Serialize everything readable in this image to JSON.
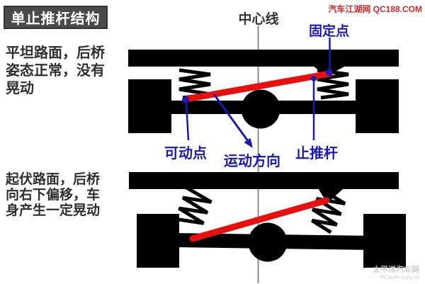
{
  "title": "单止推杆结构",
  "site_watermark": "汽车江湖网 QC188.COM",
  "center_line_label": "中心线",
  "scenario_top": {
    "lines": [
      "平坦路面，后桥",
      "姿态正常，没有",
      "晃动"
    ]
  },
  "scenario_bottom": {
    "lines": [
      "起伏路面，后桥",
      "向右下偏移，车",
      "身产生一定晃动"
    ]
  },
  "labels": {
    "fixed_point": "固定点",
    "movable_point": "可动点",
    "motion_direction": "运动方向",
    "thrust_rod": "止推杆"
  },
  "footer_watermark": {
    "line1": "太平洋汽车网",
    "line2": "PCauto.com.cn"
  },
  "colors": {
    "thrust_rod_red": "#e80f0f",
    "annotation_blue": "#1a1ab0",
    "structure_black": "#000000",
    "center_line_gray": "#8c8c8c",
    "title_bg": "#4a4a4a",
    "title_text": "#ffffff",
    "site_watermark_red": "#cc2a2a",
    "body_text": "#2f2f2f",
    "footer_gray": "#c9c9c9"
  }
}
